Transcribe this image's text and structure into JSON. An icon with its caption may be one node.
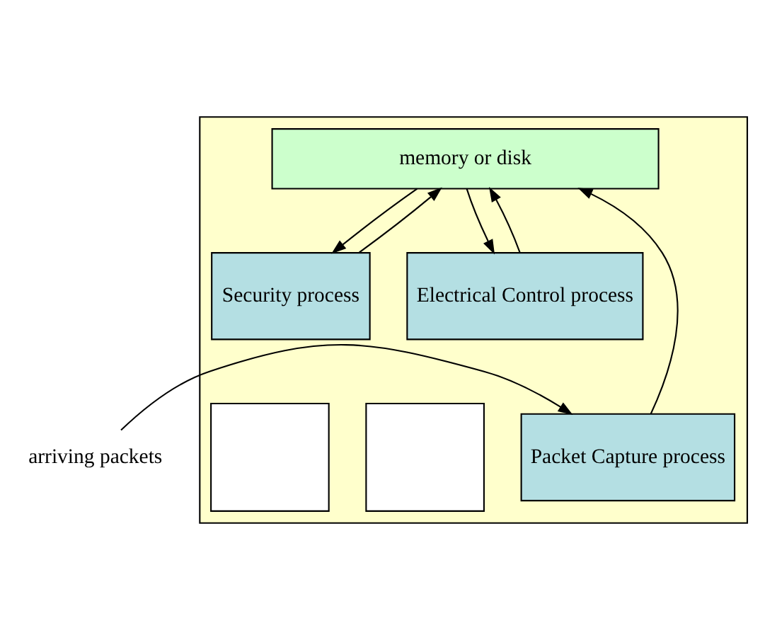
{
  "diagram": {
    "nodes": [
      {
        "text": [],
        "shape": "box"
      },
      {
        "text": [
          "memory or disk"
        ],
        "in": 0
      },
      {
        "text": [
          "Packet Capture process"
        ],
        "in": 0
      },
      {
        "text": [
          "Security process"
        ],
        "in": 0
      },
      {
        "text": [],
        "shape": "box",
        "in": 0
      },
      {
        "text": [
          "Electrical Control process"
        ],
        "in": 0
      },
      {
        "text": [],
        "shape": "box",
        "in": 0
      },
      {
        "text": [
          "arriving packets"
        ]
      }
    ],
    "edges": [
      {
        "from": 7,
        "to": 2,
        "arrow": "to"
      },
      {
        "from": 2,
        "to": 1,
        "arrow": "to"
      },
      {
        "from": 1,
        "to": 3,
        "arrow": "to"
      },
      {
        "from": 3,
        "to": 1,
        "arrow": "to"
      },
      {
        "from": 1,
        "to": 5,
        "arrow": "to"
      },
      {
        "from": 5,
        "to": 1,
        "arrow": "to"
      }
    ]
  }
}
